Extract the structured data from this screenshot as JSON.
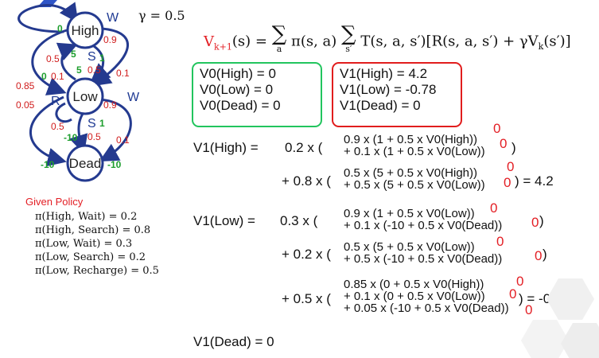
{
  "gamma": "γ = 0.5",
  "diagram": {
    "states": {
      "high": "High",
      "low": "Low",
      "dead": "Dead"
    },
    "actions": {
      "w_high": "W",
      "s_high": "S",
      "w_low": "W",
      "s_low": "S",
      "r_low": "R"
    },
    "rewards": {
      "high_wait": "0",
      "high_search": "5",
      "low_search": "5",
      "low_to_high": "1",
      "high_to_low": "1",
      "low_dead_search": "-10",
      "dead_left": "-10",
      "dead_right": "-10",
      "low_recharge_high": "0"
    },
    "probs": {
      "p_high_w": "0.9",
      "p_high_s": "0.5",
      "p_low_w": "0.9",
      "p_low_s": "0.5",
      "p_hs_low": "0.5",
      "p_ls_low": "0.5",
      "p_low_r": "0.1",
      "p_low_dead": "0.1",
      "p_high_low_w": "0.1",
      "p_085": "0.85",
      "p_005": "0.05"
    }
  },
  "bellman": {
    "lhs": "V",
    "lhs_sub": "k+1",
    "lhs_arg": "(s) = ",
    "sum1_sub": "a",
    "pi_term": "π(s, a)",
    "sum2_sub": "s′",
    "rest": "T(s, a, s′)[R(s, a, s′) + γV",
    "rest_sub": "k",
    "rest_end": "(s′)]"
  },
  "v0_box": [
    "V0(High) = 0",
    "V0(Low) = 0",
    "V0(Dead) = 0"
  ],
  "v1_box": [
    "V1(High) = 4.2",
    "V1(Low) = -0.78",
    "V1(Dead) = 0"
  ],
  "v1_high": {
    "lhs": "V1(High) =",
    "coef1": "0.2 x (",
    "t1a": "0.9 x (1 + 0.5 x V0(High))",
    "t1b": "+ 0.1 x (1 + 0.5 x V0(Low))",
    "close1": ")",
    "coef2": "+ 0.8 x (",
    "t2a": "0.5 x (5 + 0.5 x V0(High))",
    "t2b": "+ 0.5 x (5 + 0.5 x V0(Low))",
    "close2": ") = 4.2",
    "zeros": [
      "0",
      "0",
      "0",
      "0"
    ]
  },
  "v1_low": {
    "lhs": "V1(Low) =",
    "coef1": "0.3 x (",
    "t1a": "0.9 x (1 + 0.5 x V0(Low))",
    "t1b": "+ 0.1 x (-10 + 0.5 x V0(Dead))",
    "close1": ")",
    "coef2": "+ 0.2 x (",
    "t2a": "0.5 x (5 + 0.5 x V0(Low))",
    "t2b": "+ 0.5 x (-10 + 0.5 x V0(Dead))",
    "close2": ")",
    "coef3": "+ 0.5 x (",
    "t3a": "0.85 x (0 + 0.5 x V0(High))",
    "t3b": "+ 0.1 x (0 + 0.5 x V0(Low))",
    "t3c": "+ 0.05 x (-10 + 0.5 x V0(Dead))",
    "close3": ") = -0.78",
    "zeros": [
      "0",
      "0",
      "0",
      "0",
      "0",
      "0",
      "0"
    ]
  },
  "v1_dead": "V1(Dead)  = 0",
  "policy": {
    "title": "Given Policy",
    "lines": [
      "π(High, Wait) = 0.2",
      "π(High, Search) = 0.8",
      "π(Low, Wait) = 0.3",
      "π(Low, Search) = 0.2",
      "π(Low, Recharge) = 0.5"
    ]
  },
  "colors": {
    "policy_title": "#e31e24",
    "green_box": "#22c55e",
    "red_box": "#e11d1d",
    "node_stroke": "#243a8f",
    "zero": "#e31e24"
  }
}
